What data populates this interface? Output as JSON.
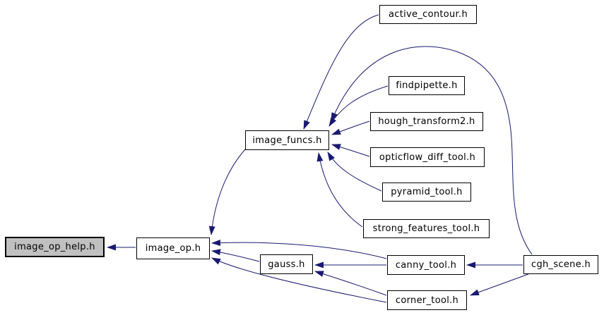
{
  "diagram": {
    "kind": "include-dependency-graph",
    "colors": {
      "edge": "#191970",
      "node_fill": "#ffffff",
      "node_border": "#000000",
      "root_fill": "#c0c0c0",
      "bg": "#ffffff"
    },
    "nodes": [
      {
        "id": "image_op_help",
        "label": "image_op_help.h",
        "is_root": true
      },
      {
        "id": "image_op",
        "label": "image_op.h",
        "is_root": false
      },
      {
        "id": "image_funcs",
        "label": "image_funcs.h",
        "is_root": false
      },
      {
        "id": "gauss",
        "label": "gauss.h",
        "is_root": false
      },
      {
        "id": "active_contour",
        "label": "active_contour.h",
        "is_root": false
      },
      {
        "id": "findpipette",
        "label": "findpipette.h",
        "is_root": false
      },
      {
        "id": "hough_transform2",
        "label": "hough_transform2.h",
        "is_root": false
      },
      {
        "id": "opticflow_diff_tool",
        "label": "opticflow_diff_tool.h",
        "is_root": false
      },
      {
        "id": "pyramid_tool",
        "label": "pyramid_tool.h",
        "is_root": false
      },
      {
        "id": "strong_features_tool",
        "label": "strong_features_tool.h",
        "is_root": false
      },
      {
        "id": "canny_tool",
        "label": "canny_tool.h",
        "is_root": false
      },
      {
        "id": "cgh_scene",
        "label": "cgh_scene.h",
        "is_root": false
      },
      {
        "id": "corner_tool",
        "label": "corner_tool.h",
        "is_root": false
      }
    ],
    "edges": [
      {
        "from": "image_op",
        "to": "image_op_help"
      },
      {
        "from": "image_funcs",
        "to": "image_op"
      },
      {
        "from": "gauss",
        "to": "image_op"
      },
      {
        "from": "canny_tool",
        "to": "image_op"
      },
      {
        "from": "corner_tool",
        "to": "image_op"
      },
      {
        "from": "canny_tool",
        "to": "gauss"
      },
      {
        "from": "corner_tool",
        "to": "gauss"
      },
      {
        "from": "active_contour",
        "to": "image_funcs"
      },
      {
        "from": "findpipette",
        "to": "image_funcs"
      },
      {
        "from": "hough_transform2",
        "to": "image_funcs"
      },
      {
        "from": "opticflow_diff_tool",
        "to": "image_funcs"
      },
      {
        "from": "pyramid_tool",
        "to": "image_funcs"
      },
      {
        "from": "strong_features_tool",
        "to": "image_funcs"
      },
      {
        "from": "cgh_scene",
        "to": "image_funcs"
      },
      {
        "from": "cgh_scene",
        "to": "canny_tool"
      },
      {
        "from": "cgh_scene",
        "to": "corner_tool"
      }
    ]
  }
}
